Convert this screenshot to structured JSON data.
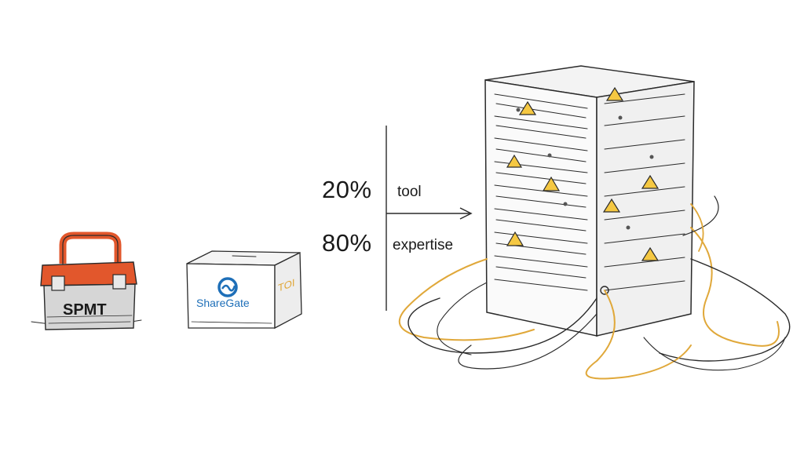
{
  "labels": {
    "toolbox": "SPMT",
    "box": "ShareGate",
    "box_side": "TOI"
  },
  "split": {
    "tool_percent": "20%",
    "tool_label": "tool",
    "expertise_percent": "80%",
    "expertise_label": "expertise"
  },
  "colors": {
    "toolbox_red": "#e2572c",
    "toolbox_gray": "#d6d6d6",
    "sharegate_blue": "#1e6fb8",
    "warning_yellow": "#f5c842",
    "cable_yellow": "#e0a83a",
    "ink": "#2a2a2a"
  },
  "icons": [
    "toolbox-icon",
    "sharegate-logo-icon",
    "server-rack-icon",
    "warning-icon",
    "arrow-right-icon"
  ]
}
